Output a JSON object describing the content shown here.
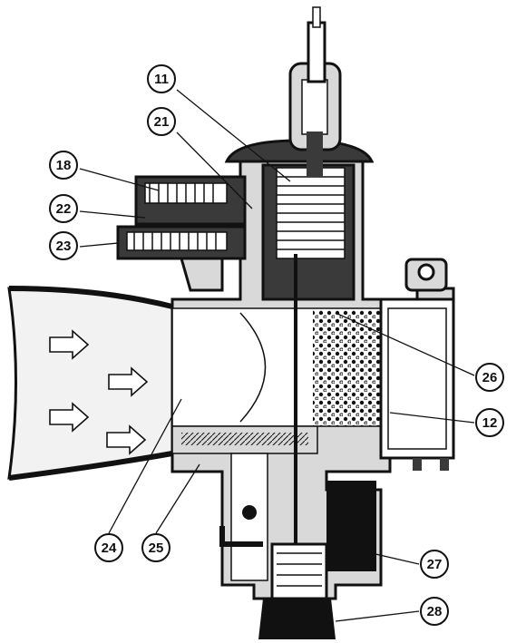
{
  "callouts": [
    {
      "id": "c11",
      "label": "11"
    },
    {
      "id": "c21",
      "label": "21"
    },
    {
      "id": "c18",
      "label": "18"
    },
    {
      "id": "c22",
      "label": "22"
    },
    {
      "id": "c23",
      "label": "23"
    },
    {
      "id": "c26",
      "label": "26"
    },
    {
      "id": "c12",
      "label": "12"
    },
    {
      "id": "c24",
      "label": "24"
    },
    {
      "id": "c25",
      "label": "25"
    },
    {
      "id": "c27",
      "label": "27"
    },
    {
      "id": "c28",
      "label": "28"
    }
  ],
  "colors": {
    "ink": "#111111",
    "body_fill": "#d9d9d9",
    "dark_fill": "#3a3a3a",
    "light_fill": "#f2f2f2"
  }
}
